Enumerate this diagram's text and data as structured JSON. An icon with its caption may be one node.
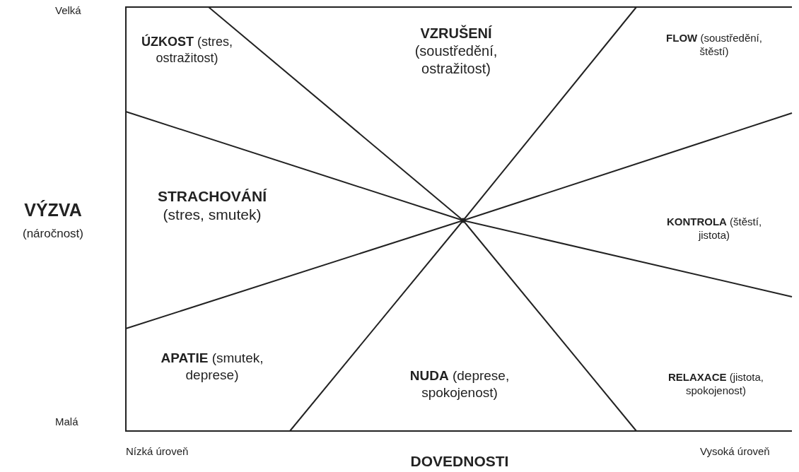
{
  "diagram": {
    "labels": [
      "Velká",
      "**ÚZKOST** (stres, ostražitost)",
      "**VZRUŠENÍ** (soustředění, ostražitost)",
      "**FLOW** (soustředění, štěstí)",
      "VÝZVA",
      "(náročnost)",
      "**STRACHOVÁNÍ** (stres, smutek)",
      "**KONTROLA** (štěstí, jistota)",
      "**APATIE** (smutek, deprese)",
      "**NUDA** (deprese, spokojenost)",
      "**RELAXACE** (jistota, spokojenost)",
      "Malá",
      "Nízká úroveň",
      "DOVEDNOSTI",
      "Vysoká úroveň"
    ]
  }
}
